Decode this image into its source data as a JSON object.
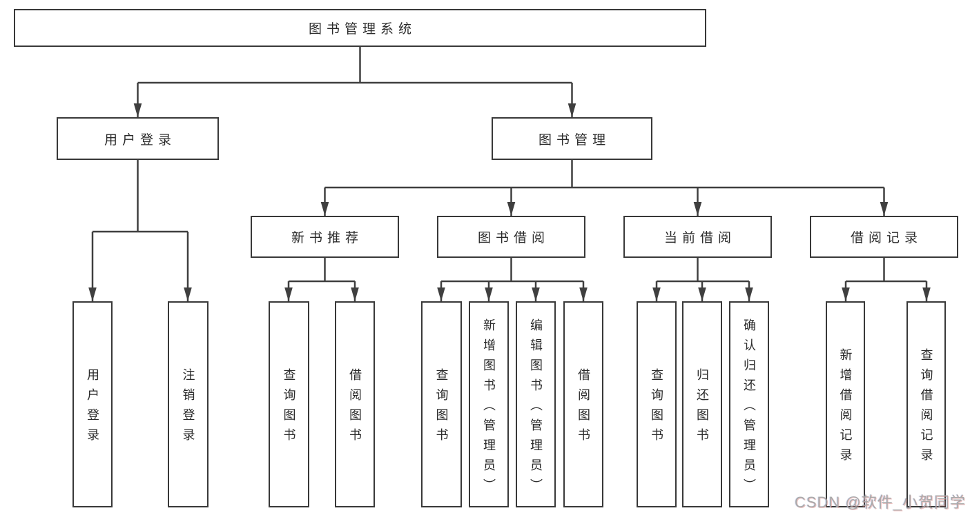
{
  "tree": {
    "root": {
      "label": "图书管理系统"
    },
    "level2": [
      {
        "label": "用户登录",
        "children": [
          {
            "label": "用户登录"
          },
          {
            "label": "注销登录"
          }
        ]
      },
      {
        "label": "图书管理",
        "children": [
          {
            "label": "新书推荐",
            "children": [
              {
                "label": "查询图书"
              },
              {
                "label": "借阅图书"
              }
            ]
          },
          {
            "label": "图书借阅",
            "children": [
              {
                "label": "查询图书"
              },
              {
                "label": "新增图书（管理员）"
              },
              {
                "label": "编辑图书（管理员）"
              },
              {
                "label": "借阅图书"
              }
            ]
          },
          {
            "label": "当前借阅",
            "children": [
              {
                "label": "查询图书"
              },
              {
                "label": "归还图书"
              },
              {
                "label": "确认归还（管理员）"
              }
            ]
          },
          {
            "label": "借阅记录",
            "children": [
              {
                "label": "新增借阅记录"
              },
              {
                "label": "查询借阅记录"
              }
            ]
          }
        ]
      }
    ]
  },
  "watermark": {
    "text": "CSDN @软件_小贺同学"
  },
  "style": {
    "background": "#ffffff",
    "box_border_color": "#383838",
    "line_color": "#3f3f3f",
    "text_color": "#2b2b2b",
    "watermark_color": "#a6a6a6"
  }
}
